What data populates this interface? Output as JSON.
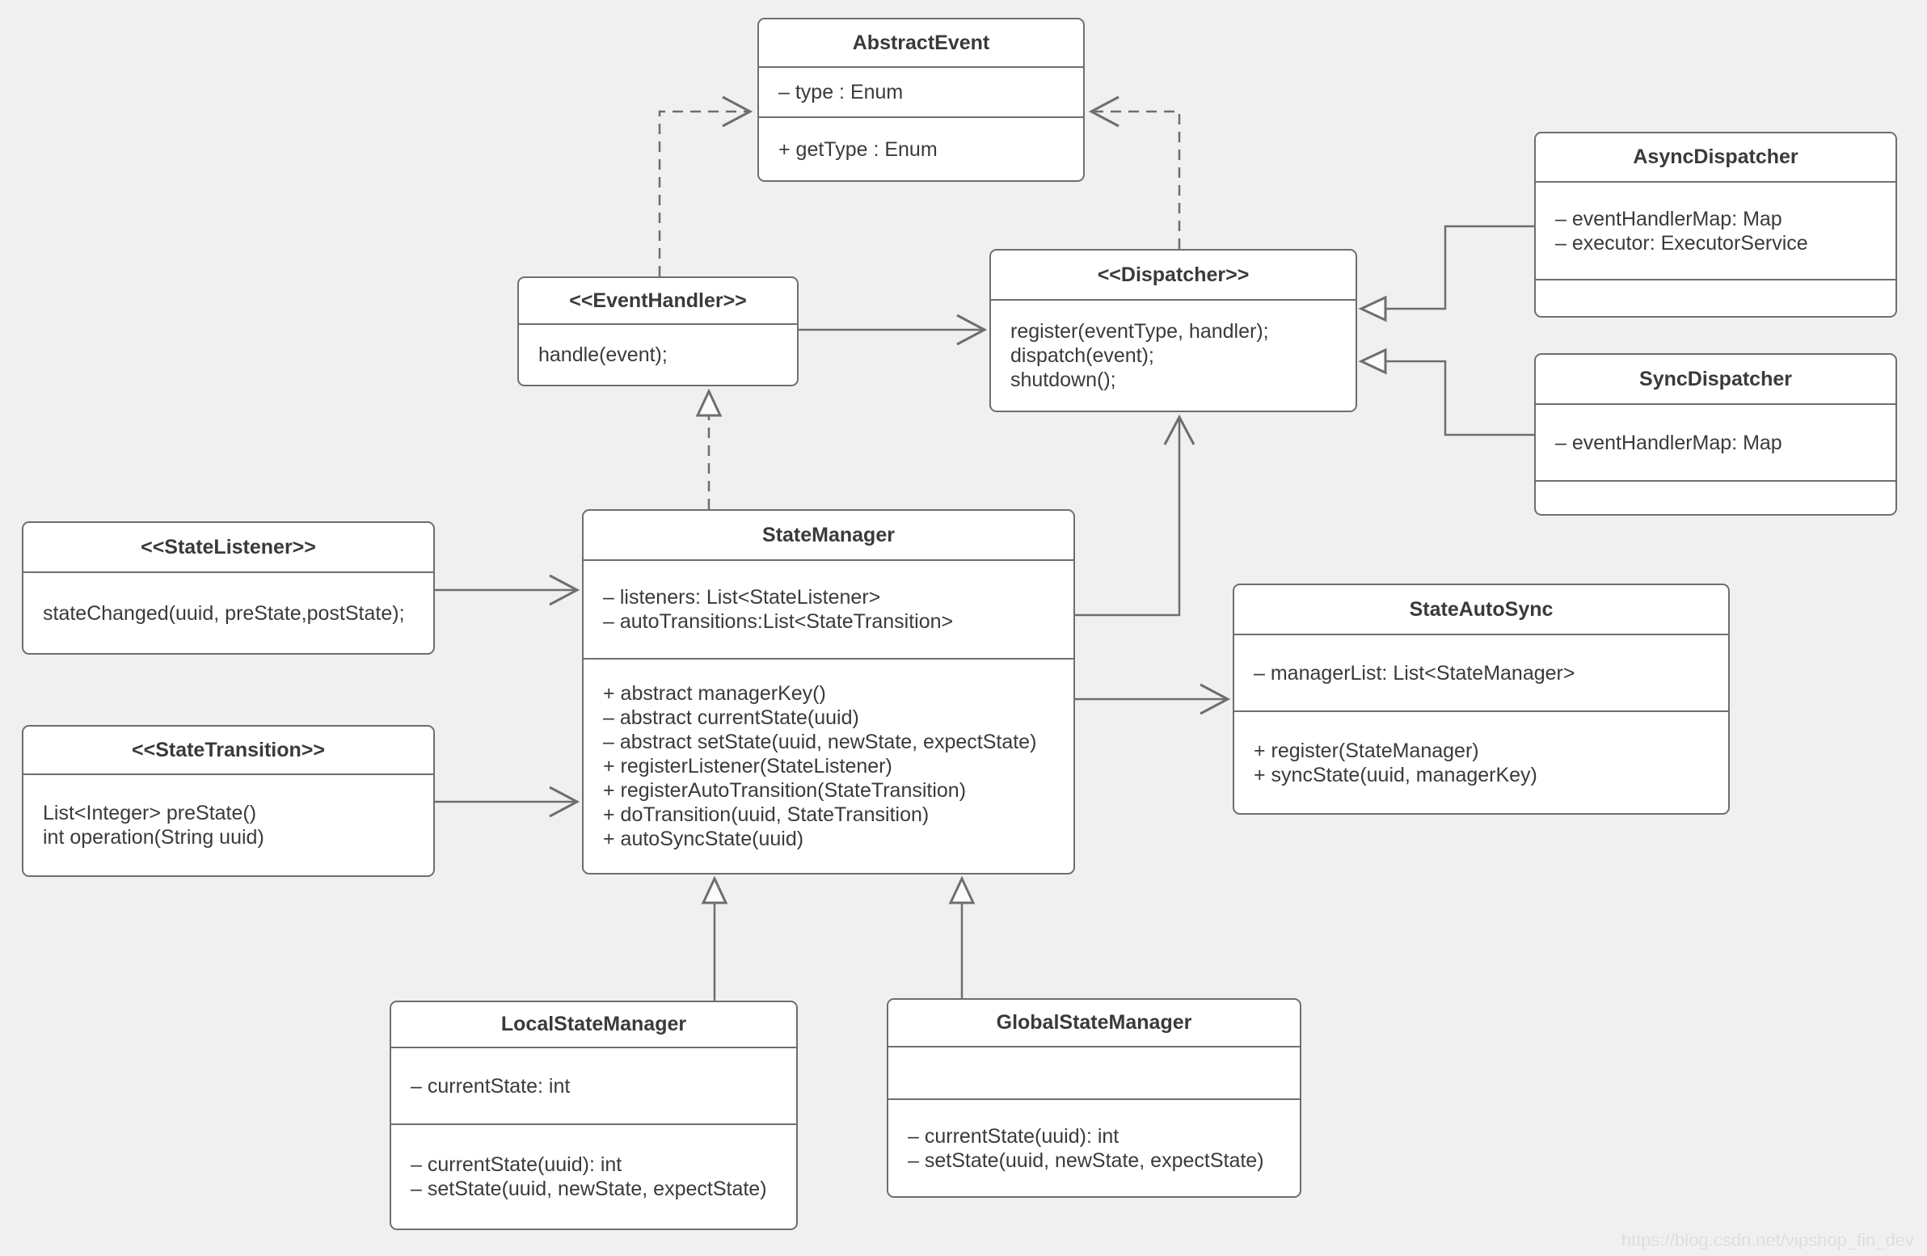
{
  "diagram": {
    "watermark": "https://blog.csdn.net/vipshop_fin_dev",
    "colors": {
      "background": "#f0f0f1",
      "box_fill": "#ffffff",
      "stroke": "#6e6e6e",
      "text": "#3a3a3a",
      "watermark": "#dddddd"
    },
    "classes": [
      {
        "id": "abstract-event",
        "title": "AbstractEvent",
        "attributes": [
          "– type : Enum"
        ],
        "methods": [
          "+ getType : Enum"
        ]
      },
      {
        "id": "event-handler",
        "title": "<<EventHandler>>",
        "attributes": [],
        "methods": [
          "handle(event);"
        ]
      },
      {
        "id": "dispatcher",
        "title": "<<Dispatcher>>",
        "attributes": [],
        "methods": [
          "register(eventType, handler);",
          "dispatch(event);",
          "shutdown();"
        ]
      },
      {
        "id": "async-dispatcher",
        "title": "AsyncDispatcher",
        "attributes": [
          "– eventHandlerMap: Map",
          "– executor: ExecutorService"
        ],
        "methods": []
      },
      {
        "id": "sync-dispatcher",
        "title": "SyncDispatcher",
        "attributes": [
          "– eventHandlerMap: Map"
        ],
        "methods": []
      },
      {
        "id": "state-manager",
        "title": "StateManager",
        "attributes": [
          "– listeners: List<StateListener>",
          "– autoTransitions:List<StateTransition>"
        ],
        "methods": [
          "+ abstract managerKey()",
          "– abstract currentState(uuid)",
          "– abstract setState(uuid, newState, expectState)",
          "+ registerListener(StateListener)",
          "+ registerAutoTransition(StateTransition)",
          "+ doTransition(uuid, StateTransition)",
          "+ autoSyncState(uuid)"
        ]
      },
      {
        "id": "state-listener",
        "title": "<<StateListener>>",
        "attributes": [],
        "methods": [
          "stateChanged(uuid, preState,postState);"
        ]
      },
      {
        "id": "state-transition",
        "title": "<<StateTransition>>",
        "attributes": [],
        "methods": [
          "List<Integer> preState()",
          "int operation(String uuid)"
        ]
      },
      {
        "id": "state-auto-sync",
        "title": "StateAutoSync",
        "attributes": [
          "– managerList: List<StateManager>"
        ],
        "methods": [
          "+ register(StateManager)",
          "+ syncState(uuid, managerKey)"
        ]
      },
      {
        "id": "local-state-manager",
        "title": "LocalStateManager",
        "attributes": [
          "– currentState: int"
        ],
        "methods": [
          "– currentState(uuid): int",
          "– setState(uuid, newState, expectState)"
        ]
      },
      {
        "id": "global-state-manager",
        "title": "GlobalStateManager",
        "attributes": [],
        "methods": [
          "– currentState(uuid): int",
          "– setState(uuid, newState, expectState)"
        ]
      }
    ],
    "relations": [
      {
        "from": "EventHandler",
        "to": "AbstractEvent",
        "line": "dashed",
        "arrow": "open"
      },
      {
        "from": "Dispatcher",
        "to": "AbstractEvent",
        "line": "dashed",
        "arrow": "open"
      },
      {
        "from": "EventHandler",
        "to": "Dispatcher",
        "line": "solid",
        "arrow": "open"
      },
      {
        "from": "StateManager",
        "to": "EventHandler",
        "line": "dashed",
        "arrow": "triangle"
      },
      {
        "from": "StateManager",
        "to": "Dispatcher",
        "line": "solid",
        "arrow": "open"
      },
      {
        "from": "StateListener",
        "to": "StateManager",
        "line": "solid",
        "arrow": "open"
      },
      {
        "from": "StateTransition",
        "to": "StateManager",
        "line": "solid",
        "arrow": "open"
      },
      {
        "from": "StateManager",
        "to": "StateAutoSync",
        "line": "solid",
        "arrow": "open"
      },
      {
        "from": "AsyncDispatcher",
        "to": "Dispatcher",
        "line": "solid",
        "arrow": "triangle"
      },
      {
        "from": "SyncDispatcher",
        "to": "Dispatcher",
        "line": "solid",
        "arrow": "triangle"
      },
      {
        "from": "LocalStateManager",
        "to": "StateManager",
        "line": "solid",
        "arrow": "triangle"
      },
      {
        "from": "GlobalStateManager",
        "to": "StateManager",
        "line": "solid",
        "arrow": "triangle"
      }
    ]
  }
}
